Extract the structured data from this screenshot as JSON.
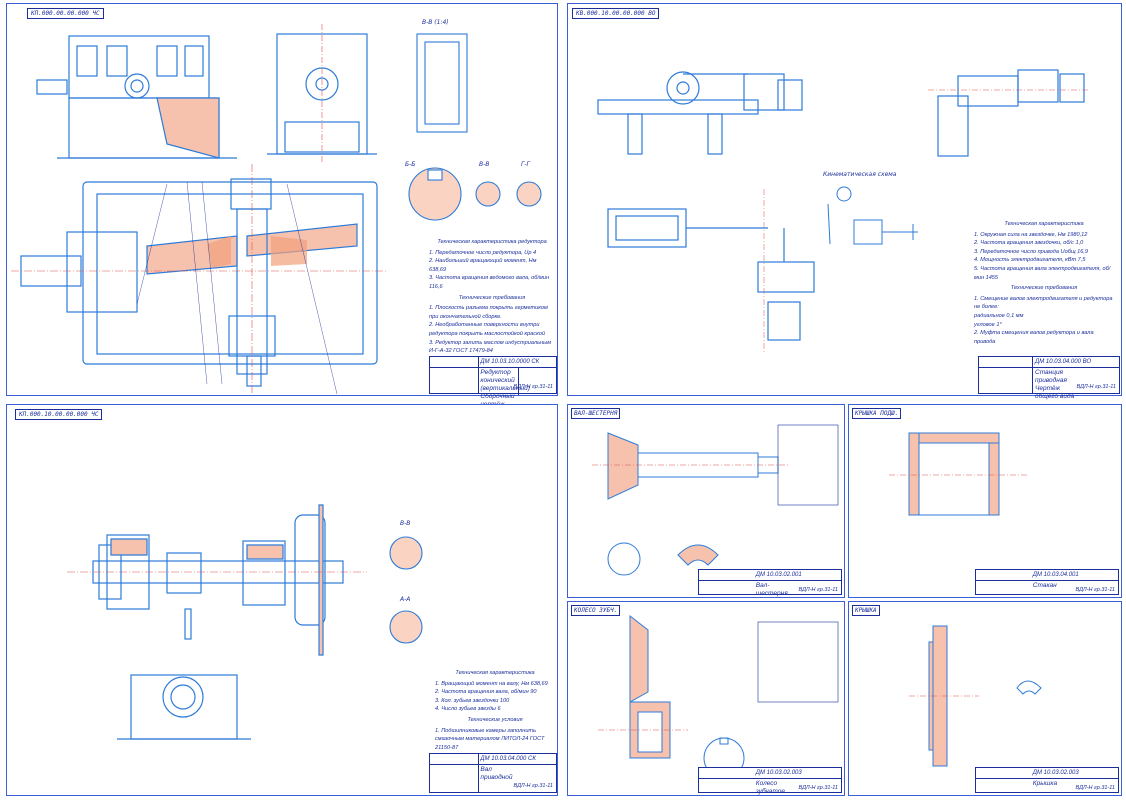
{
  "colors": {
    "frame": "#3b5fd9",
    "ink": "#1b2e9c",
    "part": "#2d7bd8",
    "hatch": "#f29f7a",
    "center": "#d9534f"
  },
  "sheets": [
    {
      "id": "s1",
      "stamp": "КП.000.00.00.000 ЧС",
      "doc": "ДМ 10.03.10.0000 СК",
      "title": "Редуктор конический (вертикальный) Сборочный чертёж",
      "group": "ВДЛ-Н гр.31-11",
      "notes_title": "Техническая характеристика редуктора",
      "notes": [
        "1. Передаточное число редуктора, Uр  4",
        "2. Наибольший вращающий момент, Нм  638,69",
        "3. Частота вращения ведомого вала, об/мин 116,6"
      ],
      "req_title": "Технические требования",
      "req": [
        "1. Плоскость разъема покрыть герметиком при окончательной сборке.",
        "2. Необработанные поверхности внутри редуктора покрыть маслостойкой краской",
        "3. Редуктор залить маслом индустриальным И-Г-А-32 ГОСТ 17479-84"
      ],
      "sections": [
        "В-В (1:4)",
        "Б-Б",
        "В-В",
        "Г-Г"
      ]
    },
    {
      "id": "s2",
      "stamp": "КВ.000.10.00.00.000 ВО",
      "doc": "ДМ 10.03.04.000 ВО",
      "title": "Станция приводная Чертёж общего вида",
      "group": "ВДЛ-Н гр.31-11",
      "kin_label": "Кинематическая схема",
      "notes_title": "Техническая характеристика",
      "notes": [
        "1. Окружная сила на звездочке, Нм  1980,12",
        "2. Частота вращения звездочки, об/с  1,0",
        "3. Передаточное число привода Uобщ  16,9",
        "4. Мощность электродвигателя, кВт  7,5",
        "5. Частота вращения вала электродвигателя, об/мин  1455"
      ],
      "req_title": "Технические требования",
      "req": [
        "1. Смещение валов электродвигателя и редуктора не более:",
        "радиальное  0,1 мм",
        "угловое  1°",
        "2. Муфта смещения валов редуктора и вала привода"
      ]
    },
    {
      "id": "s3",
      "stamp": "КП.000.10.00.00.000 ЧС",
      "doc": "ДМ 10.03.04.000 СК",
      "title": "Вал приводной",
      "group": "ВДЛ-Н гр.31-11",
      "notes_title": "Техническая характеристика",
      "notes": [
        "1. Вращающий момент на валу, Нм  638,69",
        "2. Частота вращения вала, об/мин  90",
        "3. Кол. зубьев звездочки  100",
        "4. Число зубьев звезды  6"
      ],
      "req_title": "Технические условия",
      "req": [
        "1. Подшипниковые камеры заполнить смазочным материалом ЛИТОЛ-24 ГОСТ 21150-87"
      ],
      "sections": [
        "В-В",
        "А-А"
      ]
    },
    {
      "id": "s4",
      "stamp": "ВАЛ-ШЕСТЕРНЯ",
      "doc": "ДМ 10.03.02.001",
      "title": "Вал-шестерня",
      "group": "ВДЛ-Н гр.31-11"
    },
    {
      "id": "s5",
      "stamp": "КРЫШКА ПОДШ.",
      "doc": "ДМ 10.03.04.001",
      "title": "Стакан",
      "group": "ВДЛ-Н гр.31-11"
    },
    {
      "id": "s6",
      "stamp": "КОЛЕСО ЗУБЧ.",
      "doc": "ДМ 10.03.02.003",
      "title": "Колесо зубчатое",
      "group": "ВДЛ-Н гр.31-11"
    },
    {
      "id": "s7",
      "stamp": "КРЫШКА",
      "doc": "ДМ 10.03.02.003",
      "title": "Крышка",
      "group": "ВДЛ-Н гр.31-11"
    }
  ]
}
